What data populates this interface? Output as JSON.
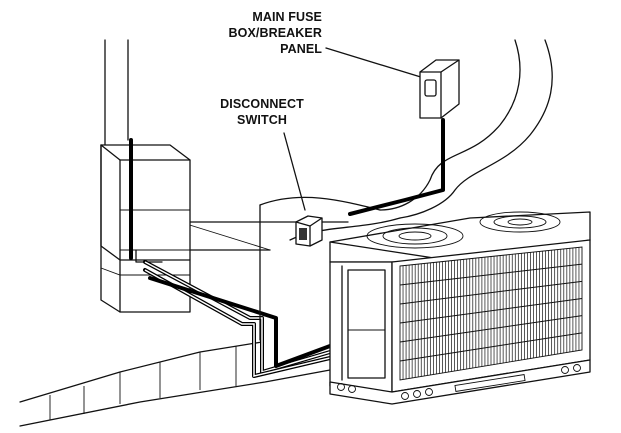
{
  "labels": {
    "fuse_box": [
      "MAIN FUSE",
      "BOX/BREAKER",
      "PANEL"
    ],
    "disconnect": [
      "DISCONNECT",
      "SWITCH"
    ]
  }
}
